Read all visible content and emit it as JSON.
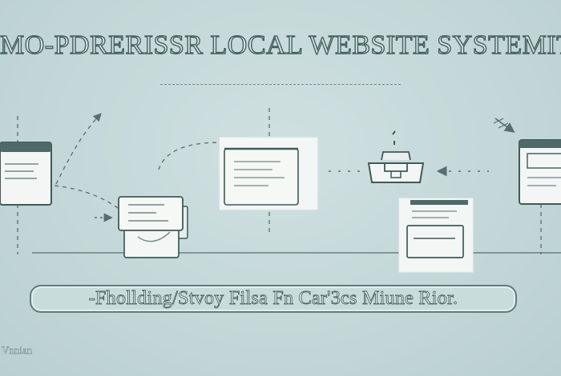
{
  "title": "MO-PDRERISSR LOCAL WEBSITE SYSTEMITP",
  "caption": "-Fhollding/Stvoy Filsa Fn Car'3cs Miune Rior.",
  "watermark": "Vnnian",
  "colors": {
    "background": "#c5d9d9",
    "line": "#55706e",
    "panel": "#f3f6f4",
    "title_fill": "#d6e6e6",
    "title_outline": "#46625f"
  },
  "nodes": [
    {
      "id": "left-window",
      "icon": "browser-window-icon"
    },
    {
      "id": "stacked-windows",
      "icon": "stacked-windows-icon"
    },
    {
      "id": "center-document",
      "icon": "document-panel-icon"
    },
    {
      "id": "inbox-tray",
      "icon": "inbox-tray-icon"
    },
    {
      "id": "lower-document",
      "icon": "document-panel-icon"
    },
    {
      "id": "right-window",
      "icon": "browser-window-icon"
    }
  ]
}
